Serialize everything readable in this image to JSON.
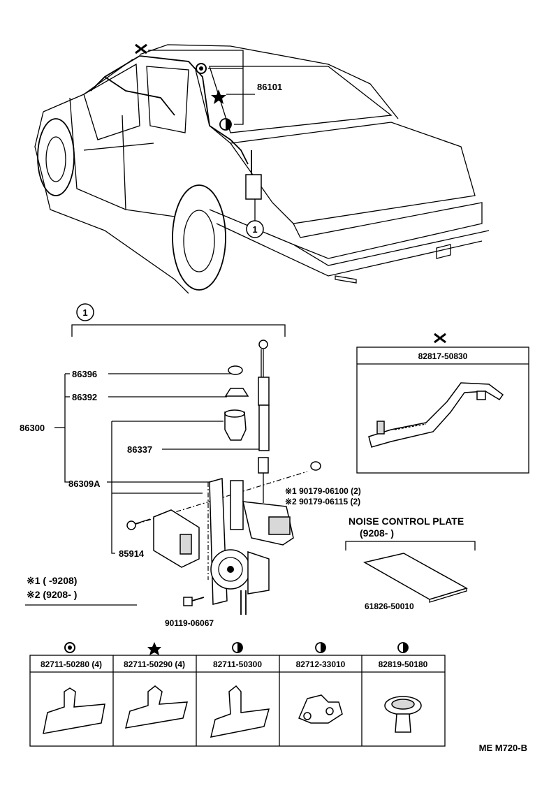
{
  "callouts": {
    "ref_main": "86101",
    "circle_ref": "1"
  },
  "assembly": {
    "circle_ref": "1",
    "parts": [
      {
        "label": "86396"
      },
      {
        "label": "86392"
      },
      {
        "label": "86300"
      },
      {
        "label": "86337"
      },
      {
        "label": "86309A"
      },
      {
        "label": "85914"
      },
      {
        "label": "90119-06067"
      }
    ],
    "bolt_notes": [
      {
        "label": "※1 90179-06100 (2)"
      },
      {
        "label": "※2 90179-06115 (2)"
      }
    ]
  },
  "legend": {
    "note1": "※1 (      -9208)",
    "note2": "※2 (9208-        )"
  },
  "inset_harness": {
    "symbol_name": "cross-tool-icon",
    "part": "82817-50830"
  },
  "noise_plate": {
    "title": "NOISE CONTROL PLATE",
    "range": "(9208-         )",
    "part": "61826-50010"
  },
  "clamps": [
    {
      "symbol": "circle-c-icon",
      "part": "82711-50280 (4)"
    },
    {
      "symbol": "star-icon",
      "part": "82711-50290 (4)"
    },
    {
      "symbol": "half-circle-icon",
      "part": "82711-50300"
    },
    {
      "symbol": "half-circle-icon",
      "part": "82712-33010"
    },
    {
      "symbol": "half-circle-icon",
      "part": "82819-50180"
    }
  ],
  "figure_code": "ME M720-B"
}
